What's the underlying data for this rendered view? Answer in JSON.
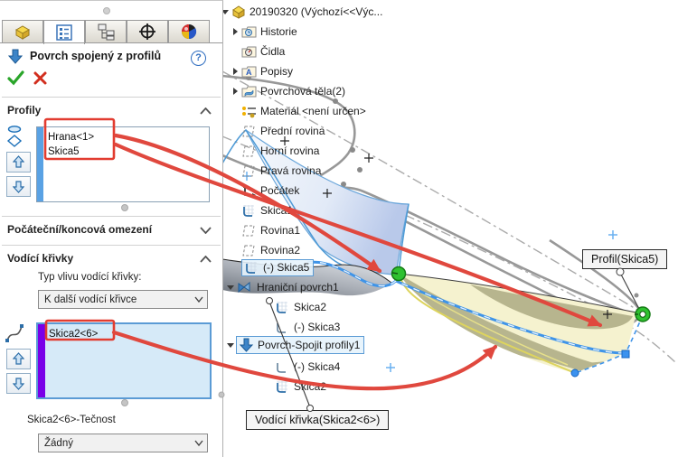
{
  "panel": {
    "tabs": [
      {
        "icon": "featuremanager-part-icon"
      },
      {
        "icon": "propertymanager-icon"
      },
      {
        "icon": "configurationmanager-icon"
      },
      {
        "icon": "dimxpert-icon"
      },
      {
        "icon": "displaymanager-icon"
      }
    ],
    "title": "Povrch spojený z profilů",
    "help_label": "?",
    "profiles": {
      "header": "Profily",
      "items": [
        "Hrana<1>",
        "Skica5"
      ],
      "item1": "Hrana<1>",
      "item2": "Skica5"
    },
    "constraints_header": "Počáteční/koncová omezení",
    "guide_curves": {
      "header": "Vodící křivky",
      "influence_label": "Typ vlivu vodící křivky:",
      "influence_value": "K další vodící křivce",
      "items": [
        "Skica2<6>"
      ],
      "item1": "Skica2<6>",
      "tangency_label": "Skica2<6>-Tečnost",
      "tangency_value": "Žádný"
    }
  },
  "tree": {
    "items": [
      {
        "label": "20190320 (Výchozí<<Výc...",
        "icon": "part-icon"
      },
      {
        "label": "Historie",
        "icon": "folder-history-icon"
      },
      {
        "label": "Čidla",
        "icon": "folder-sensors-icon"
      },
      {
        "label": "Popisy",
        "icon": "folder-annotations-icon"
      },
      {
        "label": "Povrchová těla(2)",
        "icon": "folder-surface-bodies-icon"
      },
      {
        "label": "Materiál <není určen>",
        "icon": "material-icon"
      },
      {
        "label": "Přední rovina",
        "icon": "plane-icon"
      },
      {
        "label": "Horní rovina",
        "icon": "plane-icon"
      },
      {
        "label": "Pravá rovina",
        "icon": "plane-icon"
      },
      {
        "label": "Počátek",
        "icon": "origin-icon"
      },
      {
        "label": "Skica1",
        "icon": "sketch-icon"
      },
      {
        "label": "Rovina1",
        "icon": "plane-icon"
      },
      {
        "label": "Rovina2",
        "icon": "plane-icon"
      },
      {
        "label": "(-) Skica5",
        "icon": "sketch-icon",
        "selected": true
      },
      {
        "label": "Hraniční povrch1",
        "icon": "boundary-surface-icon"
      },
      {
        "label": "Skica2",
        "icon": "sketch-icon"
      },
      {
        "label": "(-) Skica3",
        "icon": "sketch-icon"
      },
      {
        "label": "Povrch-Spojit profily1",
        "icon": "loft-surface-icon",
        "selected": true
      },
      {
        "label": "(-) Skica4",
        "icon": "sketch-icon"
      },
      {
        "label": "Skica2",
        "icon": "sketch-icon"
      }
    ]
  },
  "viewport": {
    "callouts": {
      "profile": "Profil(Skica5)",
      "guide": "Vodící křivka(Skica2<6>)"
    }
  },
  "colors": {
    "accent_blue": "#5b9bd5",
    "selection_stripe_blue": "#5aa2e4",
    "selection_stripe_purple": "#7a00e8",
    "highlight_red": "#e0483e",
    "preview_yellow": "#f5f2cf",
    "preview_olive": "#a8a57d",
    "marker_green": "#2fc12f",
    "curve_blue": "#3f94e8"
  }
}
